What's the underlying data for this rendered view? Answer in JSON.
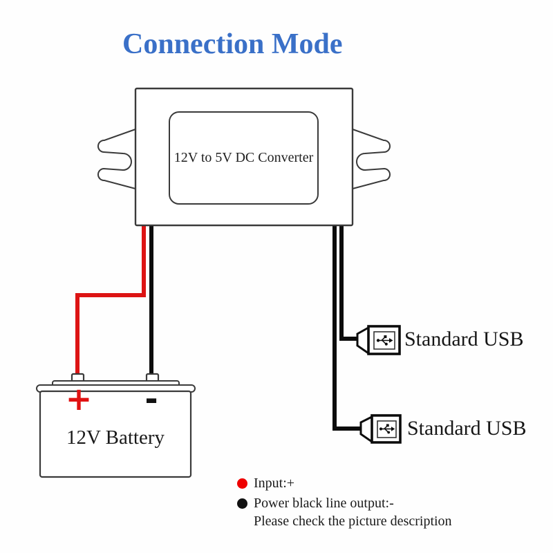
{
  "title": "Connection Mode",
  "colors": {
    "title_blue": "#3a70c8",
    "wire_red": "#dd1414",
    "outline_dark": "#3a3a3a",
    "legend_red_bullet": "#ee0000",
    "legend_black_bullet": "#111111"
  },
  "converter": {
    "label": "12V to 5V DC Converter"
  },
  "battery": {
    "label": "12V Battery",
    "positive_symbol": "+",
    "negative_symbol": "-"
  },
  "usb": {
    "connector1_label": "Standard USB",
    "connector2_label": "Standard USB"
  },
  "legend": {
    "items": [
      {
        "bullet_color": "#ee0000",
        "text": "Input:+"
      },
      {
        "bullet_color": "#111111",
        "text": "Power black line output:-"
      },
      {
        "bullet_color": "",
        "text": "Please check the picture description"
      }
    ]
  }
}
